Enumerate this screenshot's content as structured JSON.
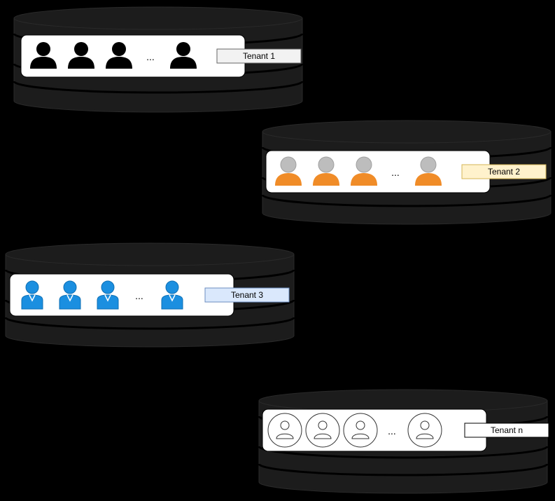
{
  "diagram": {
    "background": "#000000",
    "database_color": "#1c1c1c",
    "database_stroke": "#2a2a2a",
    "ellipsis": "...",
    "tenants": [
      {
        "label": "Tenant 1",
        "label_fill": "#f2f2f2",
        "label_stroke": "#666666",
        "user_style": "solid-black",
        "user_color": "#000000",
        "user_icon": "user-solid-icon",
        "visible_users": 4
      },
      {
        "label": "Tenant 2",
        "label_fill": "#fff2cc",
        "label_stroke": "#d6b656",
        "user_style": "orange-grey",
        "user_color": "#f08c28",
        "user_icon": "user-orange-icon",
        "visible_users": 4
      },
      {
        "label": "Tenant 3",
        "label_fill": "#dae8fc",
        "label_stroke": "#6c8ebf",
        "user_style": "blue",
        "user_color": "#1b8fe0",
        "user_icon": "user-blue-icon",
        "visible_users": 4
      },
      {
        "label": "Tenant n",
        "label_fill": "#ffffff",
        "label_stroke": "#000000",
        "user_style": "outline-circle",
        "user_color": "#333333",
        "user_icon": "user-outline-circle-icon",
        "visible_users": 4
      }
    ]
  }
}
